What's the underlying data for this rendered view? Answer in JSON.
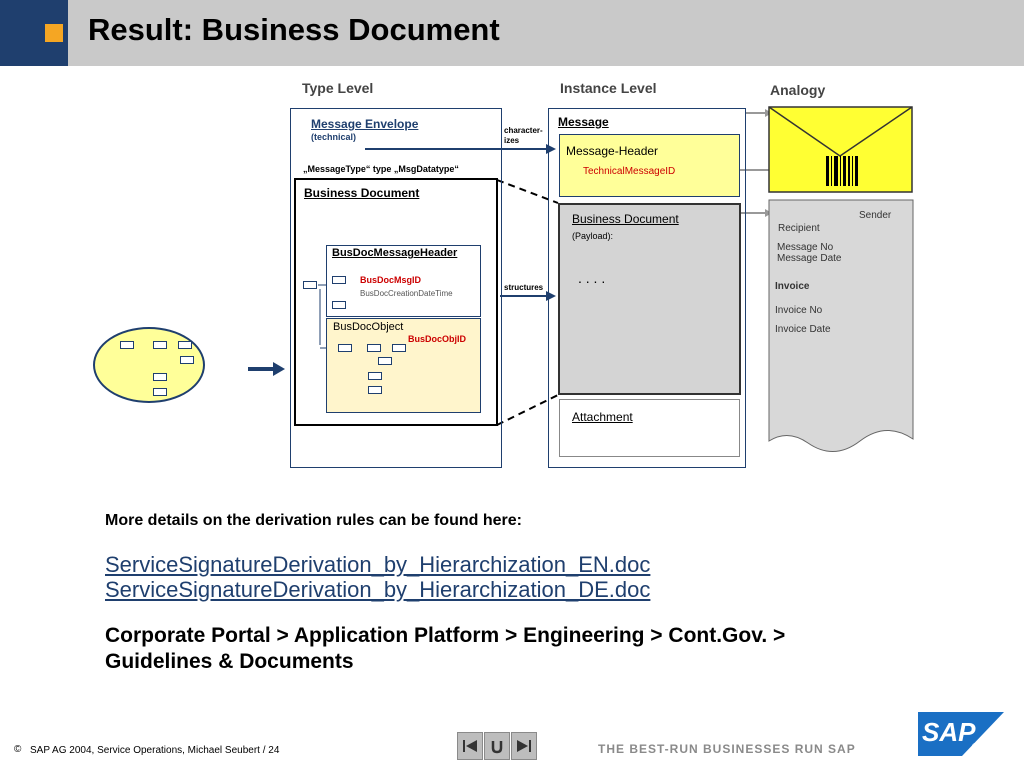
{
  "header": {
    "title": "Result: Business Document"
  },
  "columns": {
    "type_level": "Type Level",
    "instance_level": "Instance Level",
    "analogy": "Analogy"
  },
  "type_level": {
    "envelope_title": "Message Envelope",
    "envelope_sub": "(technical)",
    "message_type": "„MessageType“  type „MsgDatatype“",
    "business_document": "Business Document",
    "header_title": "BusDocMessageHeader",
    "msg_id": "BusDocMsgID",
    "creation_time": "BusDocCreationDateTime",
    "object_title": "BusDocObject",
    "object_id": "BusDocObjID"
  },
  "connectors": {
    "characterizes": "character-\nizes",
    "structures": "structures"
  },
  "instance_level": {
    "message": "Message",
    "message_header": "Message-Header",
    "technical_id": "TechnicalMessageID",
    "business_document": "Business Document",
    "payload": "(Payload):",
    "dots": ". . . .",
    "attachment": "Attachment"
  },
  "analogy": {
    "sender": "Sender",
    "recipient": "Recipient",
    "message_no": "Message No",
    "message_date": "Message Date",
    "invoice": "Invoice",
    "invoice_no": "Invoice No",
    "invoice_date": "Invoice Date"
  },
  "details": {
    "intro": "More details on the derivation rules can be found here:",
    "link_en": "ServiceSignatureDerivation_by_Hierarchization_EN.doc",
    "link_de": "ServiceSignatureDerivation_by_Hierarchization_DE.doc",
    "path_line1": "Corporate Portal > Application Platform > Engineering > Cont.Gov. >",
    "path_line2": "Guidelines & Documents"
  },
  "footer": {
    "copyright_symbol": "©",
    "copyright": "SAP AG 2004, Service Operations, Michael Seubert / 24",
    "slogan": "THE  BEST-RUN  BUSINESSES  RUN  SAP",
    "logo": "SAP",
    "registered": "®"
  },
  "colors": {
    "navy": "#1f3f6e",
    "accent_orange": "#f5a623",
    "header_yellow": "#ffff99",
    "object_yellow": "#fff5cc",
    "id_red": "#cc0000"
  }
}
